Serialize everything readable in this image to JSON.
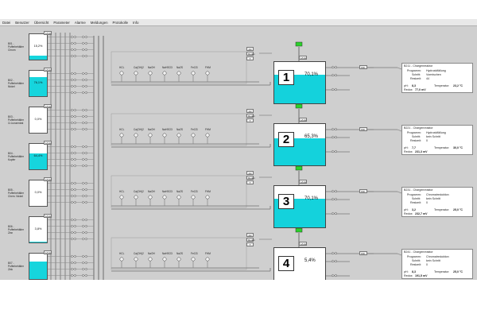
{
  "menu": [
    "Datei",
    "Benutzer",
    "Übersicht",
    "Parameter",
    "Alarme",
    "Meldungen",
    "Protokolle",
    "Info"
  ],
  "tanks": [
    {
      "line1": "B01 -",
      "line2": "Pufferbehälter",
      "line3": "Chrom",
      "pct": "15,2%",
      "fill": 0.15
    },
    {
      "line1": "B02 -",
      "line2": "Pufferbehälter",
      "line3": "Nickel",
      "pct": "76,1%",
      "fill": 0.76
    },
    {
      "line1": "B03 -",
      "line2": "Pufferbehälter",
      "line3": "Cr-konzentrat",
      "pct": "0,0%",
      "fill": 0.0
    },
    {
      "line1": "B04 -",
      "line2": "Pufferbehälter",
      "line3": "Kupfer",
      "pct": "64,4%",
      "fill": 0.64
    },
    {
      "line1": "B05 -",
      "line2": "Pufferbehälter",
      "line3": "Chem. Nickel",
      "pct": "0,0%",
      "fill": 0.0
    },
    {
      "line1": "B06 -",
      "line2": "Pufferbehälter",
      "line3": "Zinn",
      "pct": "3,8%",
      "fill": 0.04
    },
    {
      "line1": "B07 -",
      "line2": "Pufferbehälter",
      "line3": "Zink",
      "pct": "",
      "fill": 0.7
    }
  ],
  "tank_level_tag": "L/Ltw",
  "chemicals": [
    "HCL",
    "Ca(OH)2",
    "NaOH",
    "NaHSO3",
    "Na2S",
    "FeCl3",
    "FHM"
  ],
  "reactors": [
    {
      "num": "1",
      "pct": "70,1%",
      "fill": 0.7,
      "valve_color": "#2ad12a",
      "panel": {
        "title": "B211 - Chargenreaktor",
        "programm_label": "Programm:",
        "programm": "Hydroxidfällung",
        "schritt_label": "Schritt:",
        "schritt": "Vormischen",
        "restzeit_label": "Restzeit:",
        "restzeit": "44",
        "ph_label": "pH:",
        "ph": "8,3",
        "temp_label": "Temperatur:",
        "temp": "23,2 °C",
        "redox_label": "Redox:",
        "redox": "77,0 mV"
      }
    },
    {
      "num": "2",
      "pct": "65,3%",
      "fill": 0.65,
      "valve_color": "#ffffff",
      "panel": {
        "title": "B221 - Chargenreaktor",
        "programm_label": "Programm:",
        "programm": "Hydroxidfällung",
        "schritt_label": "Schritt:",
        "schritt": "kein Schritt",
        "restzeit_label": "Restzeit:",
        "restzeit": "0",
        "ph_label": "pH:",
        "ph": "7,7",
        "temp_label": "Temperatur:",
        "temp": "30,0 °C",
        "redox_label": "Redox:",
        "redox": "231,3 mV"
      }
    },
    {
      "num": "3",
      "pct": "70,1%",
      "fill": 0.7,
      "valve_color": "#ffffff",
      "panel": {
        "title": "B231 - Chargenreaktor",
        "programm_label": "Programm:",
        "programm": "Chromatreduktion",
        "schritt_label": "Schritt:",
        "schritt": "kein Schritt",
        "restzeit_label": "Restzeit:",
        "restzeit": "0",
        "ph_label": "pH:",
        "ph": "3,2",
        "temp_label": "Temperatur:",
        "temp": "25,0 °C",
        "redox_label": "Redox:",
        "redox": "232,7 mV"
      }
    },
    {
      "num": "4",
      "pct": "5,4%",
      "fill": 0.05,
      "valve_color": "#ffffff",
      "panel": {
        "title": "B241 - Chargenreaktor",
        "programm_label": "Programm:",
        "programm": "Chromatreduktion",
        "schritt_label": "Schritt:",
        "schritt": "kein Schritt",
        "restzeit_label": "Restzeit:",
        "restzeit": "0",
        "ph_label": "pH:",
        "ph": "8,3",
        "temp_label": "Temperatur:",
        "temp": "25,0 °C",
        "redox_label": "Redox:",
        "redox": "191,5 mV"
      }
    }
  ],
  "reactor_tags": {
    "level": "L/Ltw",
    "out": "Filtr.",
    "ph": "pH",
    "redox": "Redox",
    "temp": "T"
  }
}
